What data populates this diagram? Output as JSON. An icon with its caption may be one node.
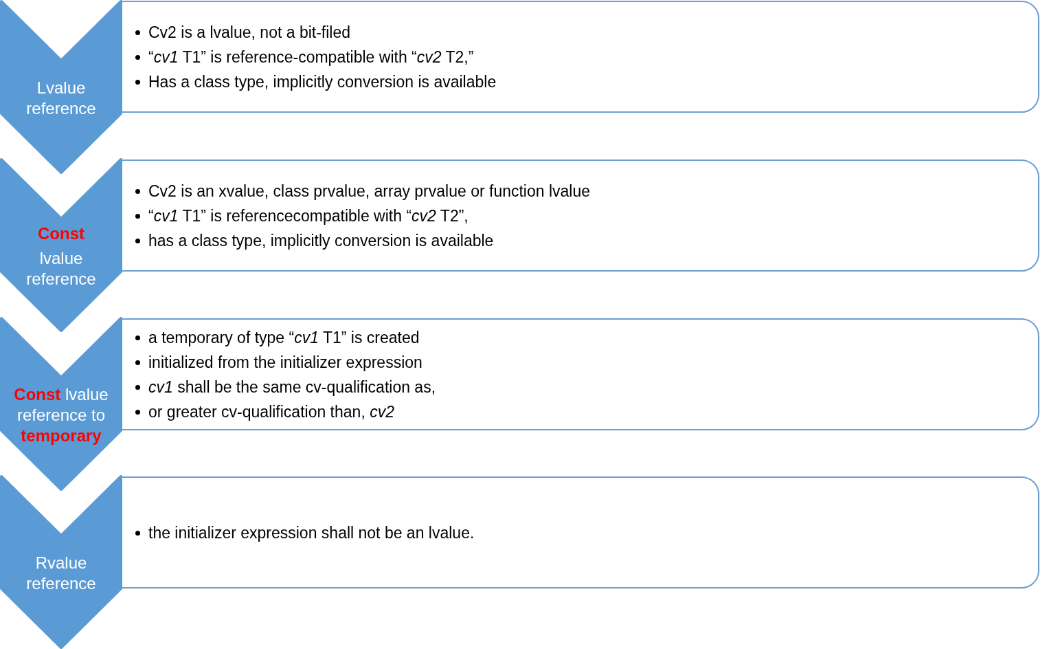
{
  "diagram": {
    "nodes": [
      {
        "text": [
          "Lvalue reference"
        ]
      },
      {
        "text": [
          "Cv2 is a lvalue, not a bit-filed",
          "“*cv1* T1” is reference-compatible with “*cv2* T2,”",
          "Has a class type, implicitly conversion is available"
        ]
      },
      {
        "text": [
          "**Const**",
          "lvalue reference"
        ]
      },
      {
        "text": [
          "Cv2 is an xvalue, class prvalue, array prvalue or function lvalue",
          "“*cv1* T1” is referencecompatible with “*cv2* T2”,",
          "has a class type, implicitly conversion is available"
        ]
      },
      {
        "text": [
          "**Const** lvalue reference to **temporary**"
        ]
      },
      {
        "text": [
          "a temporary of type “*cv1* T1” is created",
          "initialized from the initializer expression",
          "*cv1* shall be the same cv-qualification as,",
          "or greater cv-qualification than, *cv2*"
        ]
      },
      {
        "text": [
          "Rvalue reference"
        ]
      },
      {
        "text": [
          "the initializer expression shall not be an lvalue."
        ]
      }
    ]
  }
}
